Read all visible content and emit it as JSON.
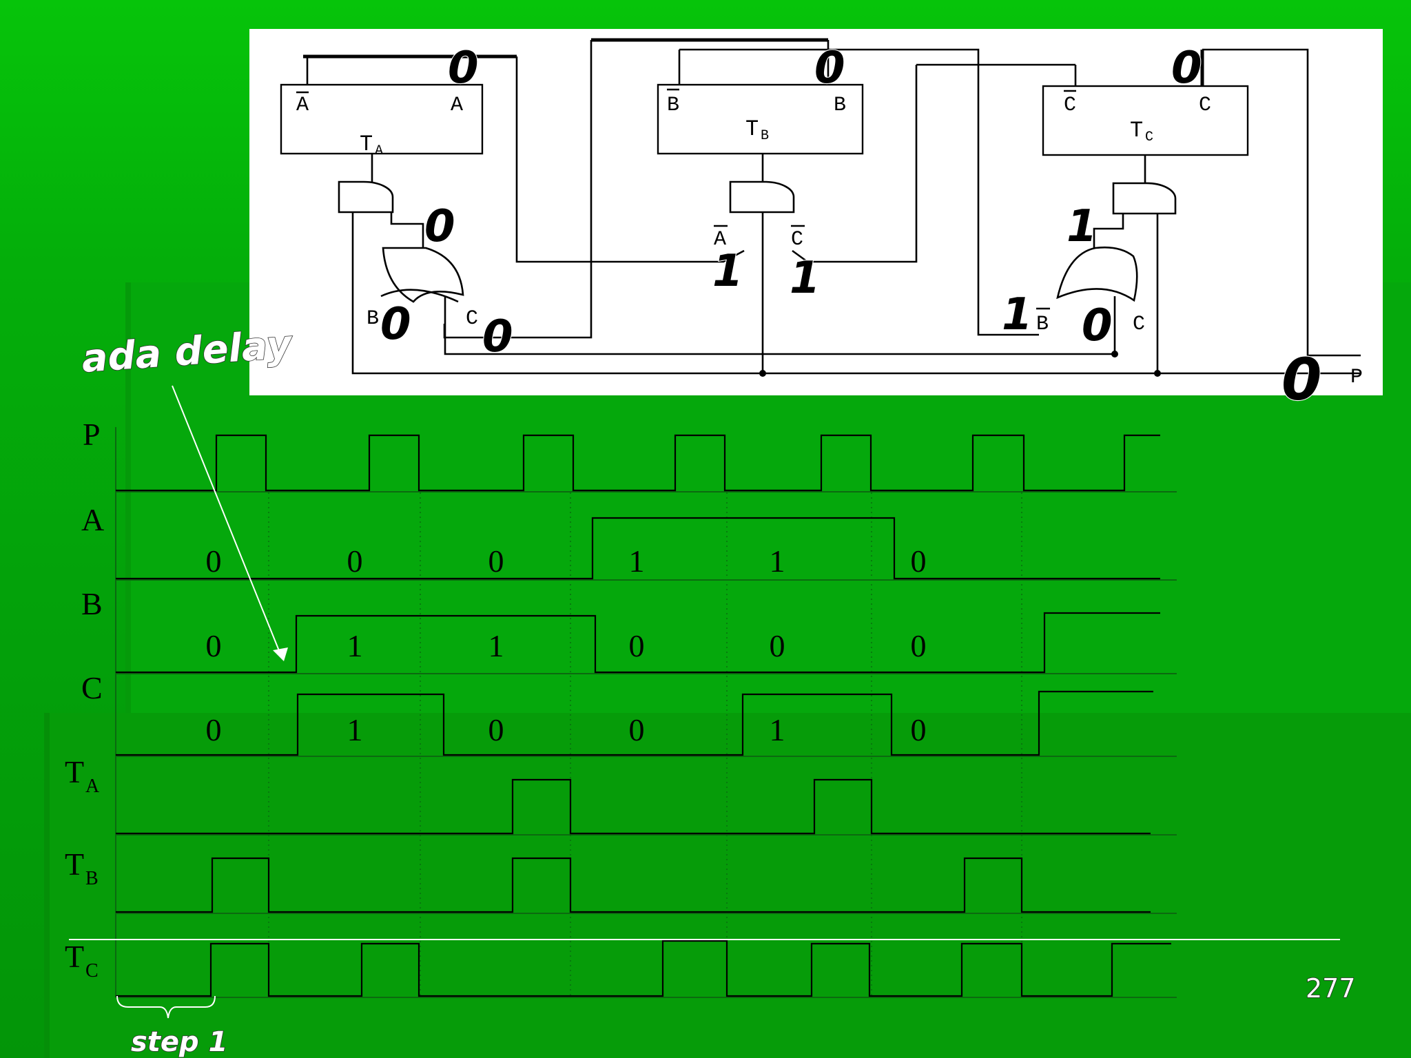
{
  "circuit": {
    "ff_a": {
      "title": "T",
      "sub": "A",
      "left_pin": "A",
      "right_pin": "A"
    },
    "ff_b": {
      "title": "T",
      "sub": "B",
      "left_pin": "B",
      "right_pin": "B"
    },
    "ff_c": {
      "title": "T",
      "sub": "C",
      "left_pin": "C",
      "right_pin": "C"
    },
    "xor_a_inputs": [
      "B",
      "C"
    ],
    "and_b_inputs": [
      "A",
      "C"
    ],
    "or_c_inputs": [
      "B",
      "C"
    ],
    "clock_label": "P",
    "annotations": {
      "a_out": "0",
      "b_out": "0",
      "c_out": "0",
      "xor_out": "0",
      "xor_in_b": "0",
      "xor_in_c": "0",
      "and_b_in_a": "1",
      "and_b_in_c": "1",
      "or_out": "1",
      "or_in_b": "1",
      "or_in_c": "0",
      "clock": "0"
    }
  },
  "timing": {
    "signals": [
      {
        "name": "P",
        "sub": ""
      },
      {
        "name": "A",
        "sub": ""
      },
      {
        "name": "B",
        "sub": ""
      },
      {
        "name": "C",
        "sub": ""
      },
      {
        "name": "T",
        "sub": "A"
      },
      {
        "name": "T",
        "sub": "B"
      },
      {
        "name": "T",
        "sub": "C"
      }
    ],
    "values": {
      "A": [
        "0",
        "0",
        "0",
        "1",
        "1",
        "0"
      ],
      "B": [
        "0",
        "1",
        "1",
        "0",
        "0",
        "0"
      ],
      "C": [
        "0",
        "1",
        "0",
        "0",
        "1",
        "0"
      ]
    }
  },
  "notes": {
    "delay": "ada delay",
    "step": "step 1",
    "page": "277"
  }
}
